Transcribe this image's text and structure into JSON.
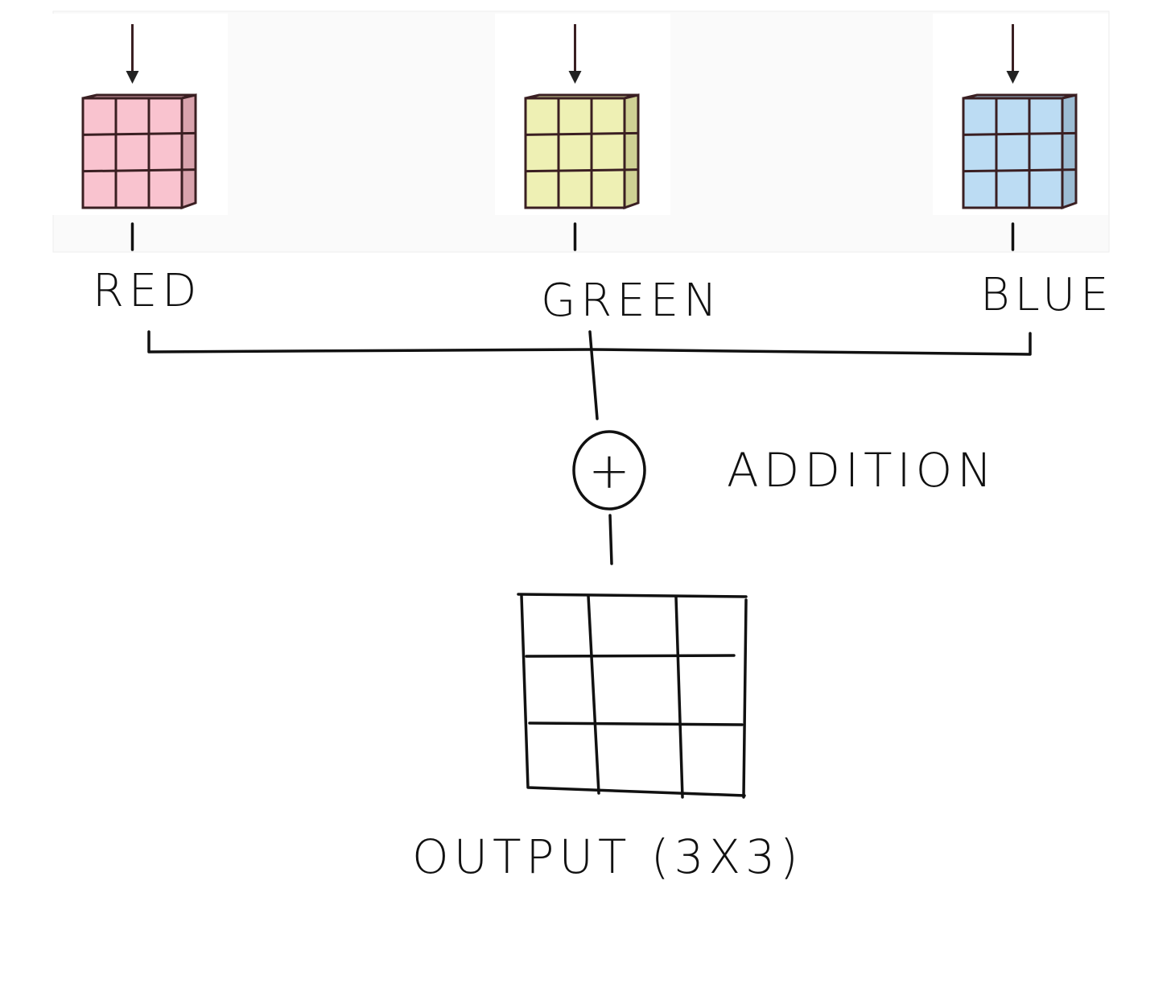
{
  "channels": [
    {
      "label": "RED",
      "face_color": "#f9c3cf",
      "side_color": "#d9a3ad"
    },
    {
      "label": "GREEN",
      "face_color": "#eef0b4",
      "side_color": "#cfd194"
    },
    {
      "label": "BLUE",
      "face_color": "#bcdcf3",
      "side_color": "#9cbcd3"
    }
  ],
  "operation": {
    "symbol": "+",
    "label": "ADDITION"
  },
  "output": {
    "label": "OUTPUT (3X3)"
  }
}
